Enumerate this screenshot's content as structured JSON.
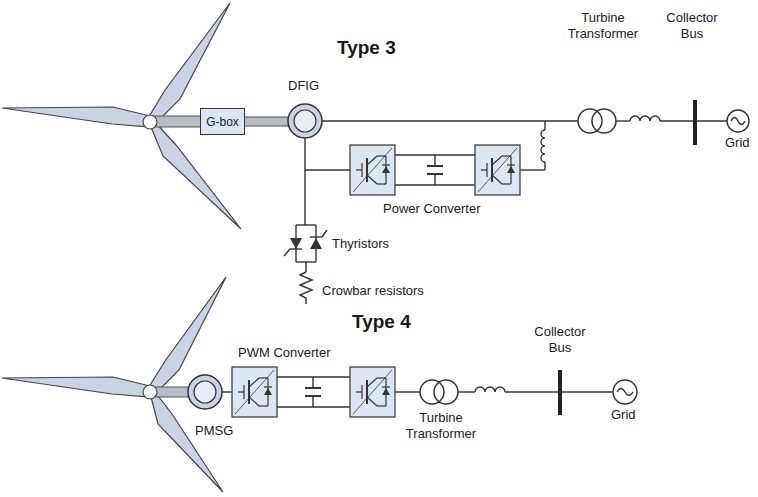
{
  "diagram": {
    "nodes": [
      {
        "text": [
          "G-box"
        ]
      }
    ],
    "labels": [
      "Type 3",
      "DFIG",
      "Turbine Transformer",
      "Collector Bus",
      "Grid",
      "Power Converter",
      "Thyristors",
      "Crowbar resistors",
      "Type 4",
      "PWM Converter",
      "Collector Bus",
      "PMSG",
      "Turbine Transformer",
      "Grid"
    ]
  }
}
